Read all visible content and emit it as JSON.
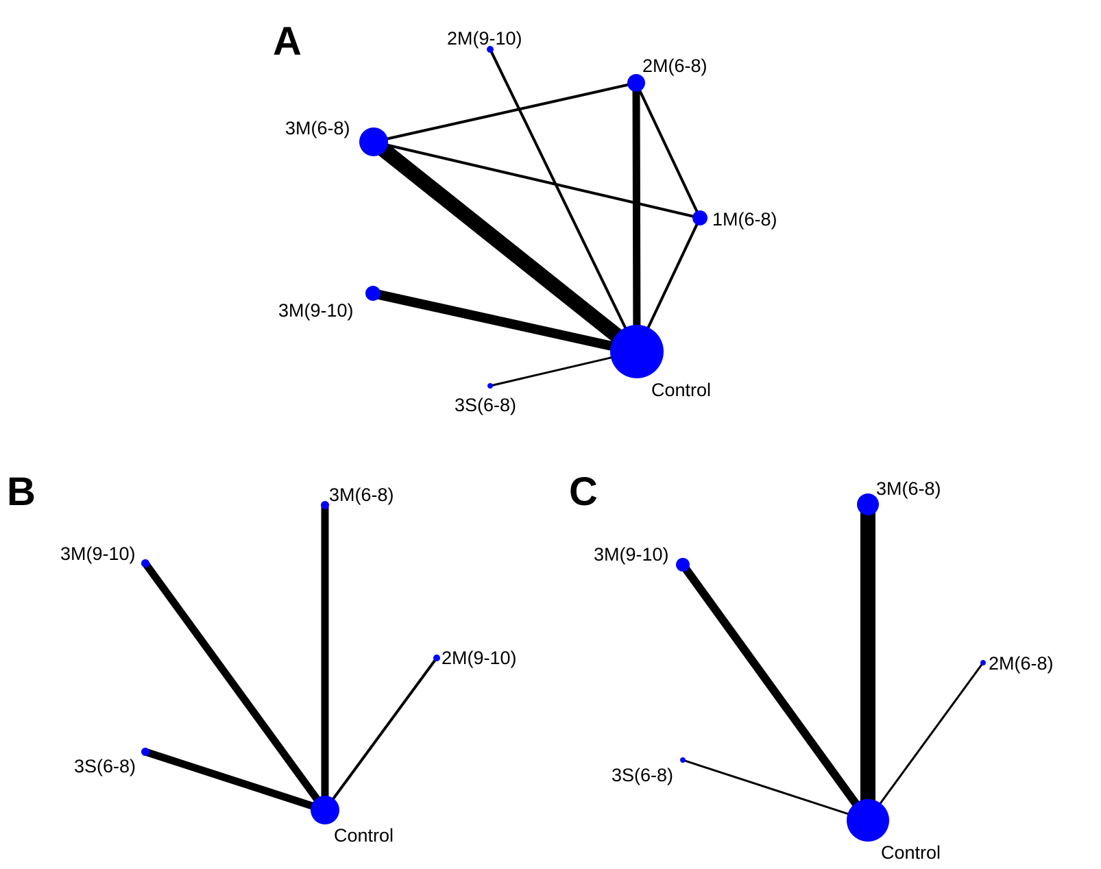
{
  "colors": {
    "node": "#0000ff",
    "edge": "#000000",
    "background": "#ffffff"
  },
  "panels": [
    {
      "letter": "A",
      "nodes": [
        {
          "id": "2M(9-10)",
          "label": "2M(9-10)"
        },
        {
          "id": "2M(6-8)",
          "label": "2M(6-8)"
        },
        {
          "id": "3M(6-8)",
          "label": "3M(6-8)"
        },
        {
          "id": "1M(6-8)",
          "label": "1M(6-8)"
        },
        {
          "id": "3M(9-10)",
          "label": "3M(9-10)"
        },
        {
          "id": "3S(6-8)",
          "label": "3S(6-8)"
        },
        {
          "id": "Control",
          "label": "Control"
        }
      ],
      "edges": [
        {
          "from": "3M(6-8)",
          "to": "2M(6-8)"
        },
        {
          "from": "3M(6-8)",
          "to": "1M(6-8)"
        },
        {
          "from": "3M(6-8)",
          "to": "Control"
        },
        {
          "from": "2M(9-10)",
          "to": "Control"
        },
        {
          "from": "2M(6-8)",
          "to": "Control"
        },
        {
          "from": "2M(6-8)",
          "to": "1M(6-8)"
        },
        {
          "from": "1M(6-8)",
          "to": "Control"
        },
        {
          "from": "3M(9-10)",
          "to": "Control"
        },
        {
          "from": "3S(6-8)",
          "to": "Control"
        }
      ]
    },
    {
      "letter": "B",
      "nodes": [
        {
          "id": "3M(6-8)",
          "label": "3M(6-8)"
        },
        {
          "id": "3M(9-10)",
          "label": "3M(9-10)"
        },
        {
          "id": "2M(9-10)",
          "label": "2M(9-10)"
        },
        {
          "id": "3S(6-8)",
          "label": "3S(6-8)"
        },
        {
          "id": "Control",
          "label": "Control"
        }
      ],
      "edges": [
        {
          "from": "3M(6-8)",
          "to": "Control"
        },
        {
          "from": "3M(9-10)",
          "to": "Control"
        },
        {
          "from": "2M(9-10)",
          "to": "Control"
        },
        {
          "from": "3S(6-8)",
          "to": "Control"
        }
      ]
    },
    {
      "letter": "C",
      "nodes": [
        {
          "id": "3M(6-8)",
          "label": "3M(6-8)"
        },
        {
          "id": "3M(9-10)",
          "label": "3M(9-10)"
        },
        {
          "id": "2M(6-8)",
          "label": "2M(6-8)"
        },
        {
          "id": "3S(6-8)",
          "label": "3S(6-8)"
        },
        {
          "id": "Control",
          "label": "Control"
        }
      ],
      "edges": [
        {
          "from": "3M(6-8)",
          "to": "Control"
        },
        {
          "from": "3M(9-10)",
          "to": "Control"
        },
        {
          "from": "2M(6-8)",
          "to": "Control"
        },
        {
          "from": "3S(6-8)",
          "to": "Control"
        }
      ]
    }
  ]
}
